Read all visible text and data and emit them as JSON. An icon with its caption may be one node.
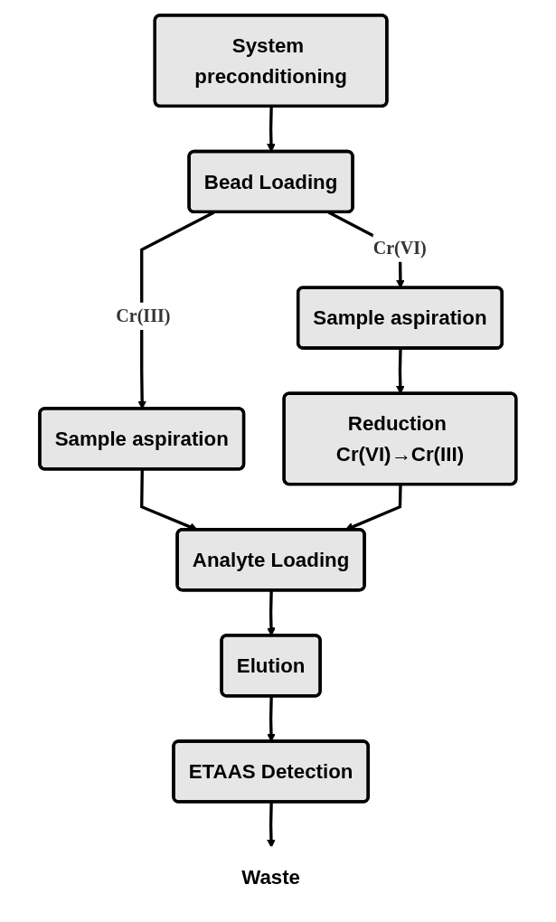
{
  "diagram": {
    "nodes": [
      {
        "text": [
          "System preconditioning"
        ]
      },
      {
        "text": [
          "Bead Loading"
        ]
      },
      {
        "text": [
          "Sample aspiration"
        ]
      },
      {
        "text": [
          "Sample aspiration"
        ]
      },
      {
        "text": [
          "Analyte Loading"
        ]
      },
      {
        "text": [
          "Reduction Cr(VI)→Cr(III)"
        ]
      },
      {
        "text": [
          "Elution"
        ]
      },
      {
        "text": [
          "ETAAS Detection"
        ]
      },
      {
        "text": [
          "Waste"
        ]
      }
    ],
    "edges": [
      {
        "from": 0,
        "to": 1,
        "arrow": "to"
      },
      {
        "from": 1,
        "to": 2,
        "arrow": "to",
        "label": "Cr(III)"
      },
      {
        "from": 1,
        "to": 3,
        "arrow": "to",
        "label": "Cr(VI)"
      },
      {
        "from": 2,
        "to": 4,
        "arrow": "to"
      },
      {
        "from": 3,
        "to": 5,
        "arrow": "to"
      },
      {
        "from": 5,
        "to": 4,
        "arrow": "to"
      },
      {
        "from": 4,
        "to": 6,
        "arrow": "to"
      },
      {
        "from": 6,
        "to": 7,
        "arrow": "to"
      },
      {
        "from": 7,
        "to": 8,
        "arrow": "to"
      }
    ]
  }
}
